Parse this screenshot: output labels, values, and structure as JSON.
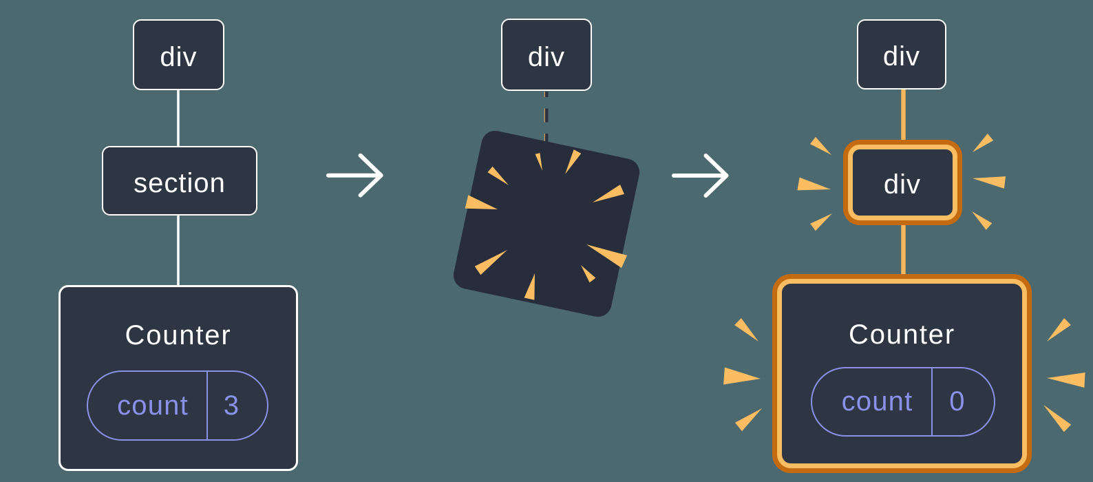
{
  "colors": {
    "background": "#4D6970",
    "node_fill": "#2E3543",
    "node_border": "#FFFFFF",
    "text": "#FFFFFF",
    "state_accent": "#8A91E8",
    "highlight_inner": "#FABD62",
    "highlight_outer": "#C46A10",
    "connector": "#FFFFFF",
    "connector_highlight": "#F8B85E",
    "poof_fill": "#272D3B",
    "spark": "#FABD62",
    "dash": "#2B313F",
    "arrow": "#FFFFFF"
  },
  "before_tree": {
    "root_label": "div",
    "child_label": "section",
    "component": {
      "title": "Counter",
      "state_label": "count",
      "state_value": "3"
    }
  },
  "transition": {
    "root_label": "div"
  },
  "after_tree": {
    "root_label": "div",
    "child_label": "div",
    "component": {
      "title": "Counter",
      "state_label": "count",
      "state_value": "0"
    }
  }
}
